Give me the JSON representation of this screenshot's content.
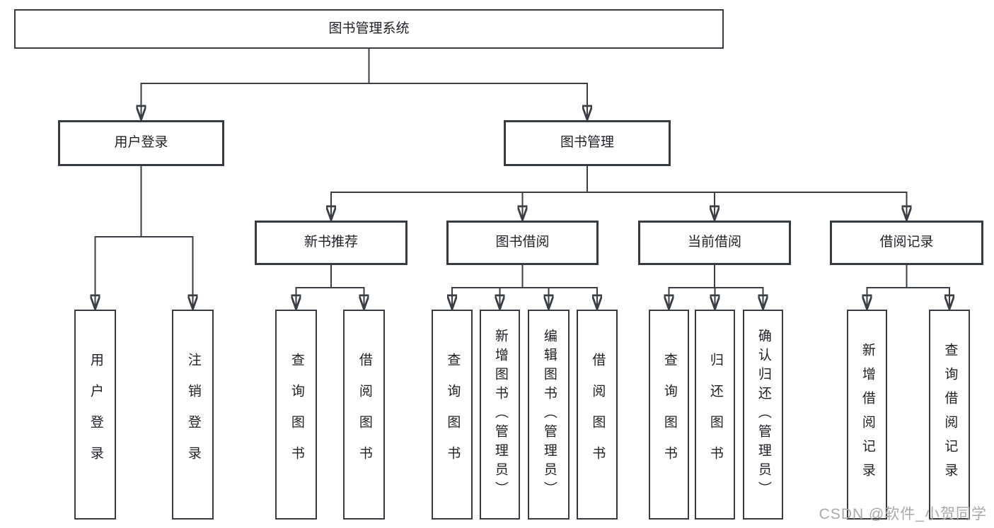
{
  "title": "图书管理系统",
  "colors": {
    "line": "#3a3f46",
    "border": "#363b42",
    "text": "#1d2025",
    "watermark": "#a9a9a9",
    "background": "#ffffff"
  },
  "nodes": {
    "root": "图书管理系统",
    "branches": [
      "用户登录",
      "图书管理"
    ],
    "sections": [
      "新书推荐",
      "图书借阅",
      "当前借阅",
      "借阅记录"
    ],
    "leaves": [
      "用户登录",
      "注销登录",
      "查询图书",
      "借阅图书",
      "查询图书",
      "新增图书（管理员）",
      "编辑图书（管理员）",
      "借阅图书",
      "查询图书",
      "归还图书",
      "确认归还（管理员）",
      "新增借阅记录",
      "查询借阅记录"
    ]
  },
  "watermark": "CSDN @软件_小贺同学"
}
